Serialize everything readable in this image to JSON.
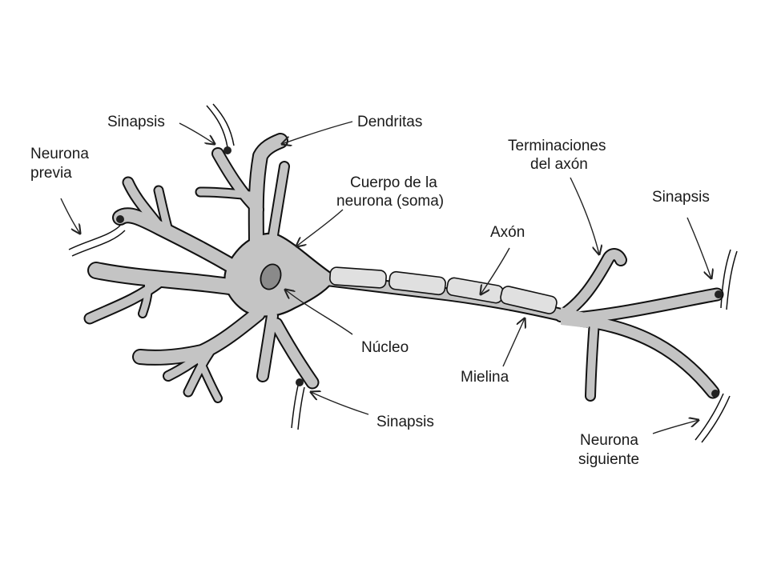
{
  "labels": {
    "sinapsis_top": "Sinapsis",
    "dendritas": "Dendritas",
    "neurona_previa_1": "Neurona",
    "neurona_previa_2": "previa",
    "cuerpo_1": "Cuerpo de la",
    "cuerpo_2": "neurona (soma)",
    "terminaciones_1": "Terminaciones",
    "terminaciones_2": "del axón",
    "sinapsis_right": "Sinapsis",
    "axon": "Axón",
    "nucleo": "Núcleo",
    "mielina": "Mielina",
    "sinapsis_bottom": "Sinapsis",
    "neurona_siguiente_1": "Neurona",
    "neurona_siguiente_2": "siguiente"
  }
}
